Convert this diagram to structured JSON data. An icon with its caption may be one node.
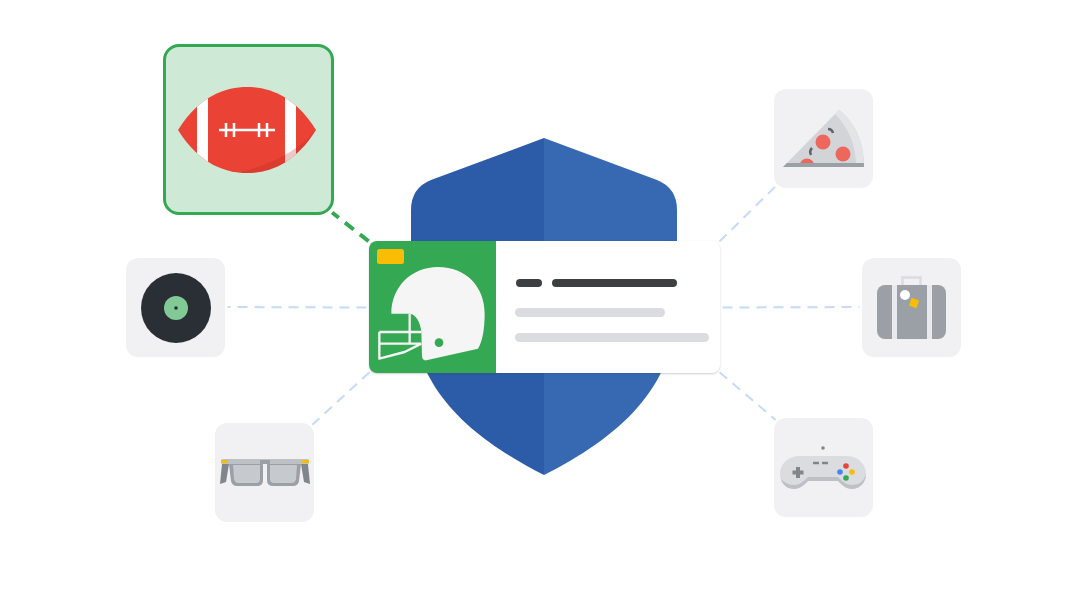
{
  "diagram": {
    "nodes": [
      {
        "text": [],
        "shape": "shield"
      },
      {
        "text": [],
        "shape": "card"
      },
      {
        "text": [],
        "shape": "picture"
      },
      {
        "text": [],
        "shape": "picture"
      },
      {
        "text": [],
        "shape": "picture"
      },
      {
        "text": [],
        "shape": "picture"
      },
      {
        "text": [],
        "shape": "picture"
      },
      {
        "text": [],
        "shape": "picture"
      }
    ],
    "edges": [
      {
        "from": 1,
        "to": 2,
        "arrow": "none",
        "style": "dashed",
        "color": "#34a853"
      },
      {
        "from": 1,
        "to": 3,
        "arrow": "none",
        "style": "dashed"
      },
      {
        "from": 1,
        "to": 4,
        "arrow": "none",
        "style": "dashed"
      },
      {
        "from": 1,
        "to": 5,
        "arrow": "none",
        "style": "dashed"
      },
      {
        "from": 1,
        "to": 6,
        "arrow": "none",
        "style": "dashed"
      },
      {
        "from": 1,
        "to": 7,
        "arrow": "none",
        "style": "dashed"
      }
    ]
  }
}
